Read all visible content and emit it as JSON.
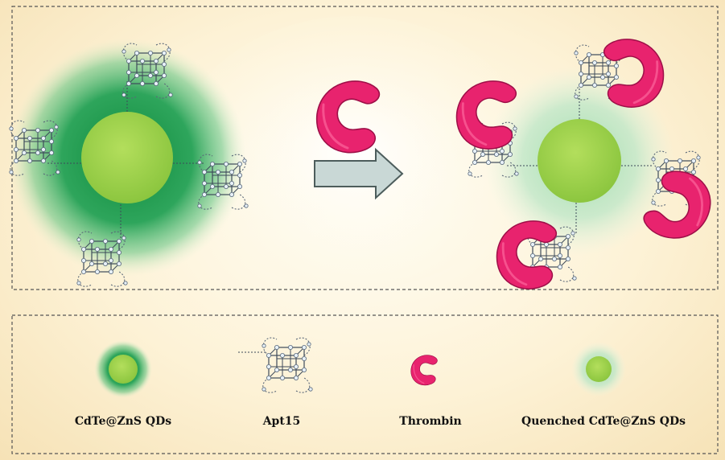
{
  "legend": {
    "qd_label": "CdTe@ZnS QDs",
    "apt_label": "Apt15",
    "thrombin_label": "Thrombin",
    "quenched_label": "Quenched CdTe@ZnS QDs"
  },
  "colors": {
    "qd_core": "#9bd14f",
    "qd_glow": "#1f9a4a",
    "quenched_glow": "#b9e4c4",
    "thrombin": "#e8236e",
    "arrow_fill": "#c9d8d6",
    "arrow_stroke": "#4d5d5c",
    "aptamer_line": "#3d4a5a",
    "border": "#555555"
  },
  "icons": [
    "quantum-dot",
    "aptamer-g-quadruplex",
    "thrombin-protein",
    "reaction-arrow"
  ]
}
